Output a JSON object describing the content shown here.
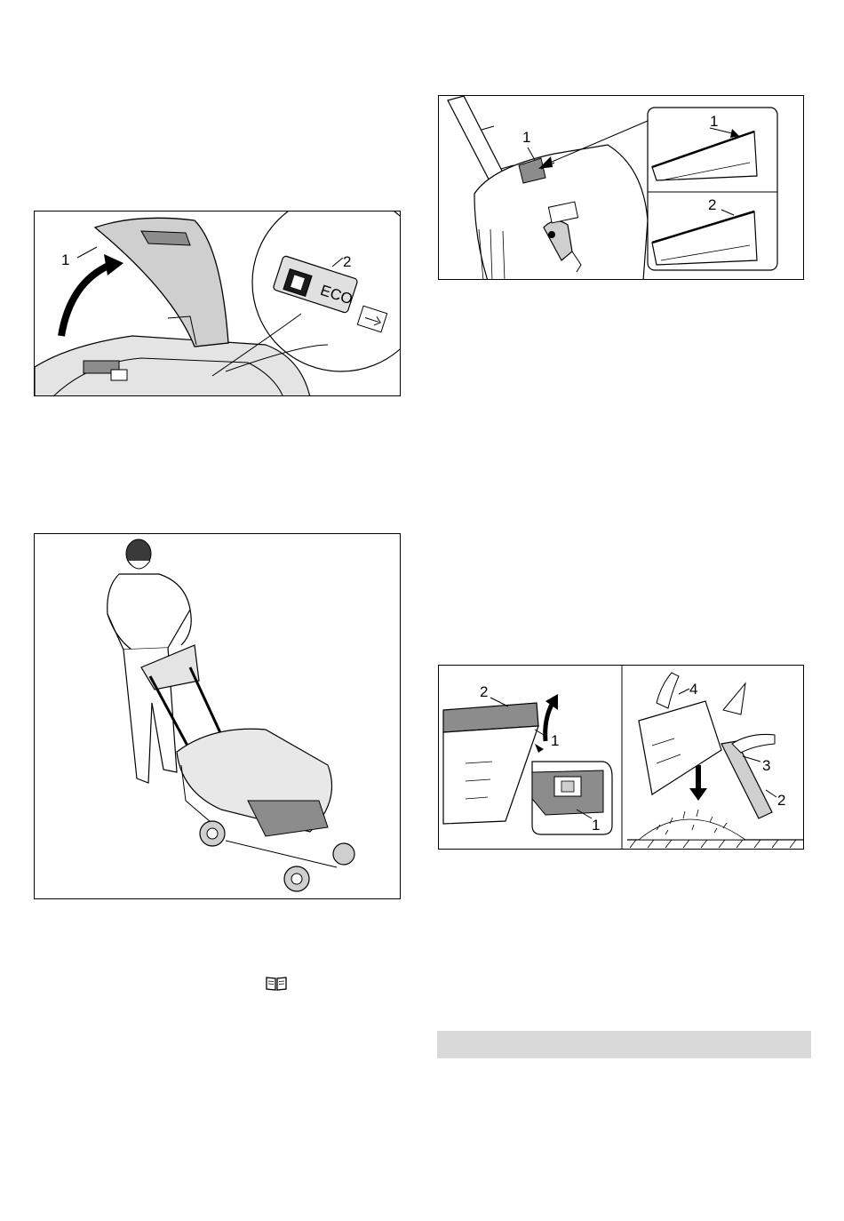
{
  "figures": {
    "open_lid": {
      "callouts": [
        "1",
        "2"
      ],
      "switch_label": "ECO",
      "switch_symbol": "I O"
    },
    "mowing": {
      "callouts": []
    },
    "catcher_lock": {
      "callouts": [
        "1",
        "1",
        "2"
      ]
    },
    "empty_catcher": {
      "callouts_left": [
        "2",
        "1",
        "1"
      ],
      "callouts_right": [
        "4",
        "3",
        "2"
      ]
    }
  },
  "icons": {
    "manual": "book-icon"
  },
  "colors": {
    "line": "#000000",
    "shade": "#8c8c8c",
    "light_shade": "#cfcfcf",
    "bar": "#d9d9d9"
  }
}
